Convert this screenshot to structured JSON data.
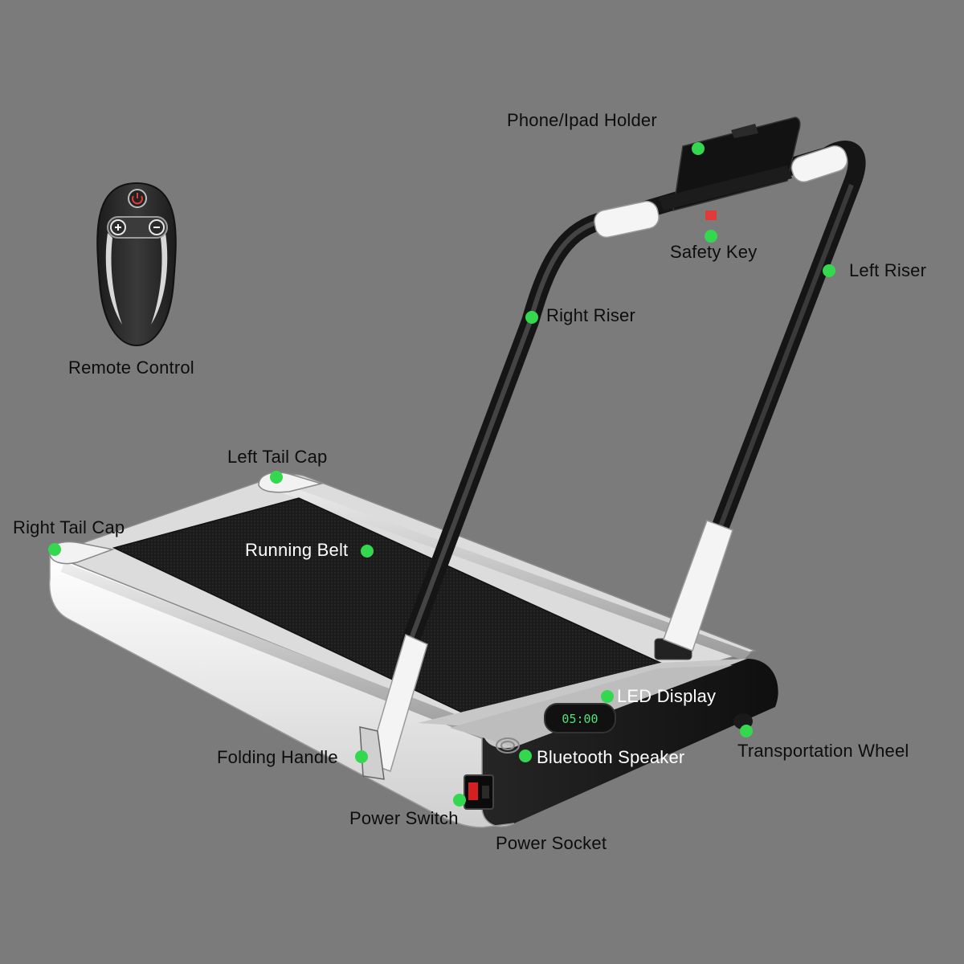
{
  "title": "",
  "accent_color": "#34d84f",
  "background_color": "#7b7b7b",
  "remote": {
    "label": "Remote Control",
    "icons": [
      "power-icon",
      "plus-icon",
      "minus-icon"
    ]
  },
  "led_display_text": "05:00",
  "callouts": [
    {
      "id": "phone-holder",
      "label": "Phone/Ipad Holder"
    },
    {
      "id": "safety-key",
      "label": "Safety Key"
    },
    {
      "id": "left-riser",
      "label": "Left Riser"
    },
    {
      "id": "right-riser",
      "label": "Right Riser"
    },
    {
      "id": "left-tail-cap",
      "label": "Left Tail Cap"
    },
    {
      "id": "right-tail-cap",
      "label": "Right Tail Cap"
    },
    {
      "id": "running-belt",
      "label": "Running Belt"
    },
    {
      "id": "led-display",
      "label": "LED Display"
    },
    {
      "id": "transportation-wheel",
      "label": "Transportation Wheel"
    },
    {
      "id": "folding-handle",
      "label": "Folding Handle"
    },
    {
      "id": "bluetooth-speaker",
      "label": "Bluetooth Speaker"
    },
    {
      "id": "power-switch",
      "label": "Power Switch"
    },
    {
      "id": "power-socket",
      "label": "Power Socket"
    }
  ]
}
